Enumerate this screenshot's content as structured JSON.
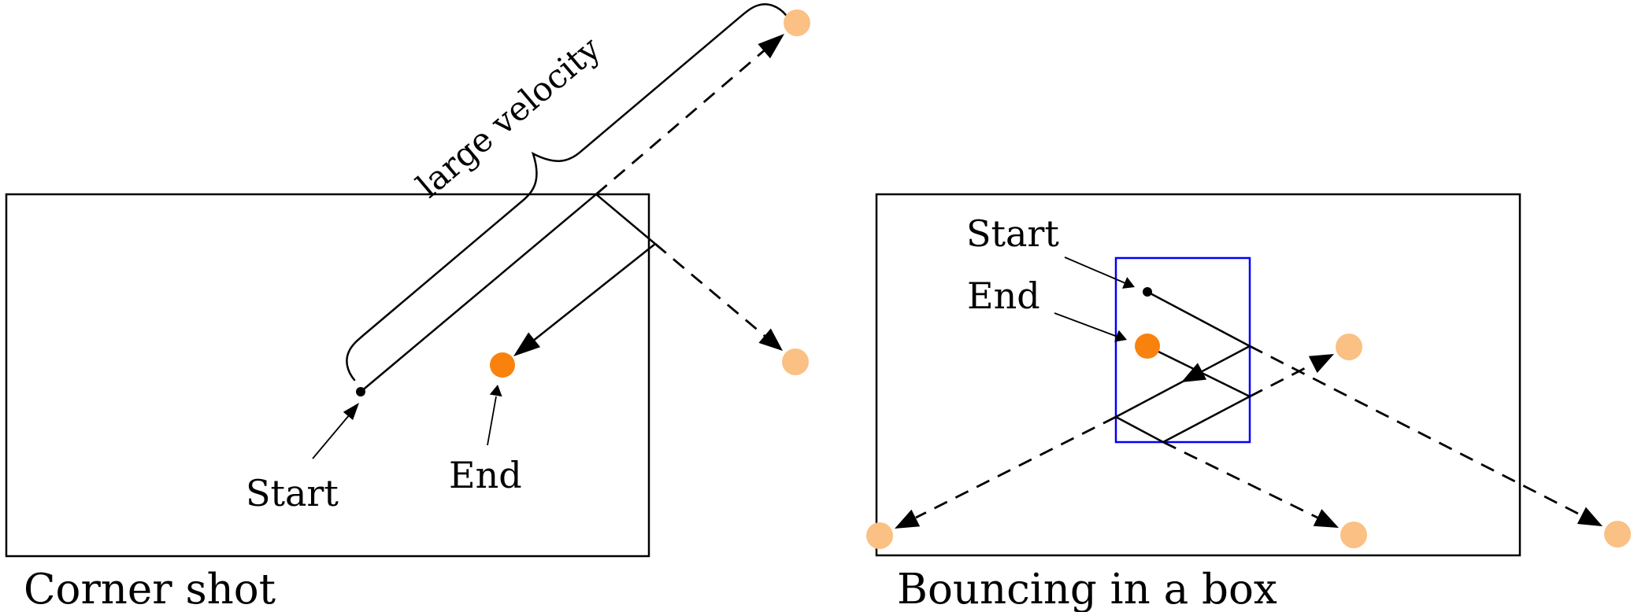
{
  "colors": {
    "line_black": "#000000",
    "end_dot": "#F9820E",
    "ghost_dot": "#FBC083",
    "inner_box_blue": "#0000F5"
  },
  "panels": [
    {
      "caption": "Corner shot",
      "labels": {
        "start": "Start",
        "end": "End"
      },
      "annotation": "large velocity"
    },
    {
      "caption": "Bouncing in a box",
      "labels": {
        "start": "Start",
        "end": "End"
      }
    }
  ]
}
